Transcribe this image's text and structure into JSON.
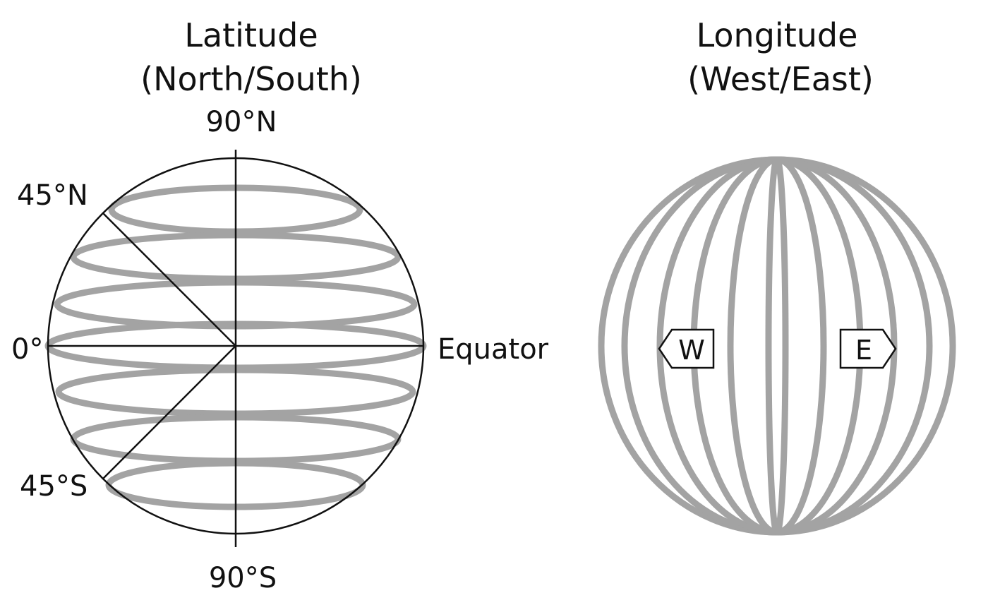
{
  "latitude_panel": {
    "title_line1": "Latitude",
    "title_line2": "(North/South)",
    "label_north_pole": "90°N",
    "label_45n": "45°N",
    "label_zero": "0°",
    "label_equator": "Equator",
    "label_45s": "45°S",
    "label_south_pole": "90°S"
  },
  "longitude_panel": {
    "title_line1": "Longitude",
    "title_line2": "(West/East)",
    "label_west": "W",
    "label_east": "E"
  },
  "colors": {
    "outline": "#111111",
    "grid_lines": "#a3a3a3",
    "background": "#ffffff"
  }
}
